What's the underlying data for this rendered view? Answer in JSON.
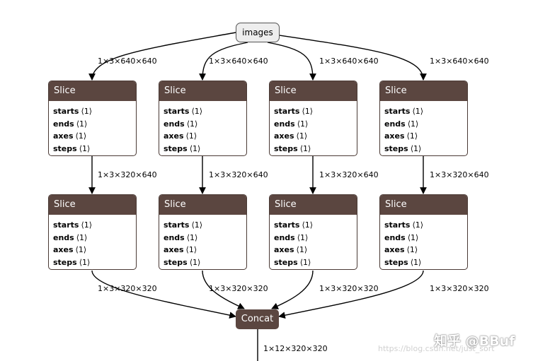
{
  "input_node": {
    "label": "images"
  },
  "top_edge_label": "1×3×640×640",
  "mid_edge_label": "1×3×320×640",
  "bottom_edge_label": "1×3×320×320",
  "output_edge_label": "1×12×320×320",
  "slice_label": "Slice",
  "slice_attrs": [
    {
      "name": "starts",
      "value": "⟨1⟩"
    },
    {
      "name": "ends",
      "value": "⟨1⟩"
    },
    {
      "name": "axes",
      "value": "⟨1⟩"
    },
    {
      "name": "steps",
      "value": "⟨1⟩"
    }
  ],
  "concat_node": {
    "label": "Concat"
  },
  "watermark": {
    "logo": "知乎 @BBuf",
    "url": "https://blog.csdn.net/just_sort"
  }
}
